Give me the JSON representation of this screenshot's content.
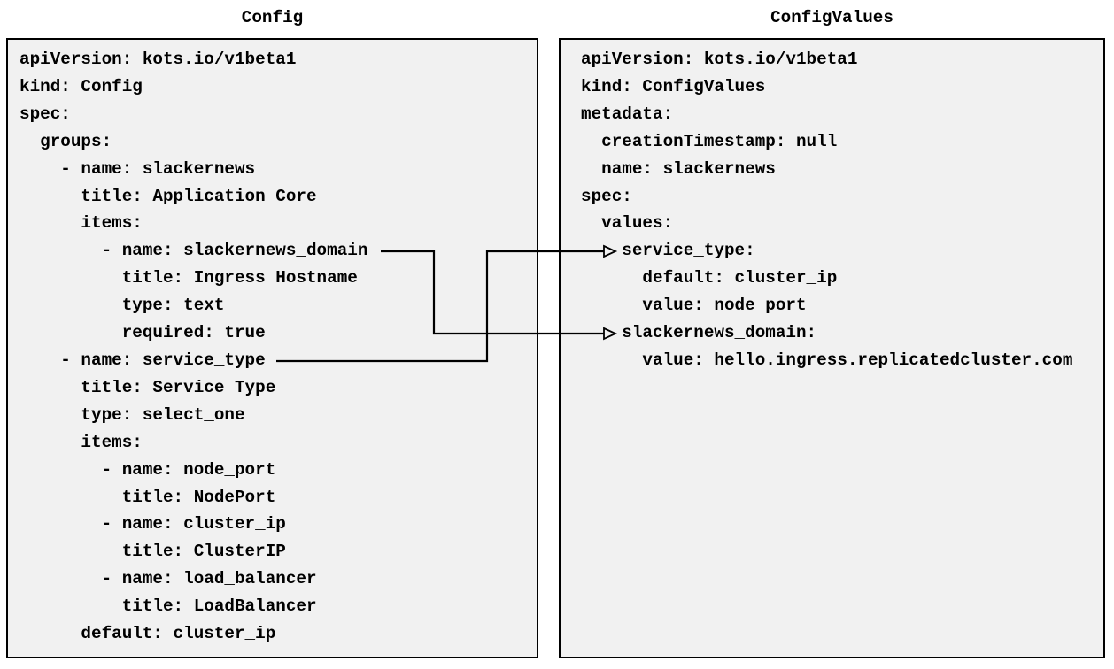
{
  "left_panel": {
    "title": "Config",
    "code_lines": [
      "apiVersion: kots.io/v1beta1",
      "kind: Config",
      "spec:",
      "  groups:",
      "    - name: slackernews",
      "      title: Application Core",
      "      items:",
      "        - name: slackernews_domain",
      "          title: Ingress Hostname",
      "          type: text",
      "          required: true",
      "    - name: service_type",
      "      title: Service Type",
      "      type: select_one",
      "      items:",
      "        - name: node_port",
      "          title: NodePort",
      "        - name: cluster_ip",
      "          title: ClusterIP",
      "        - name: load_balancer",
      "          title: LoadBalancer",
      "      default: cluster_ip"
    ]
  },
  "right_panel": {
    "title": "ConfigValues",
    "code_lines": [
      "apiVersion: kots.io/v1beta1",
      "kind: ConfigValues",
      "metadata:",
      "  creationTimestamp: null",
      "  name: slackernews",
      "spec:",
      "  values:",
      "    service_type:",
      "      default: cluster_ip",
      "      value: node_port",
      "    slackernews_domain:",
      "      value: hello.ingress.replicatedcluster.com"
    ]
  },
  "connections": [
    {
      "from": "Config item name: slackernews_domain",
      "to": "ConfigValues key: slackernews_domain"
    },
    {
      "from": "Config item name: service_type",
      "to": "ConfigValues key: service_type"
    }
  ],
  "colors": {
    "panel_background": "#f1f1f1",
    "panel_border": "#000000",
    "text": "#000000",
    "connector": "#000000",
    "page_background": "#ffffff"
  }
}
